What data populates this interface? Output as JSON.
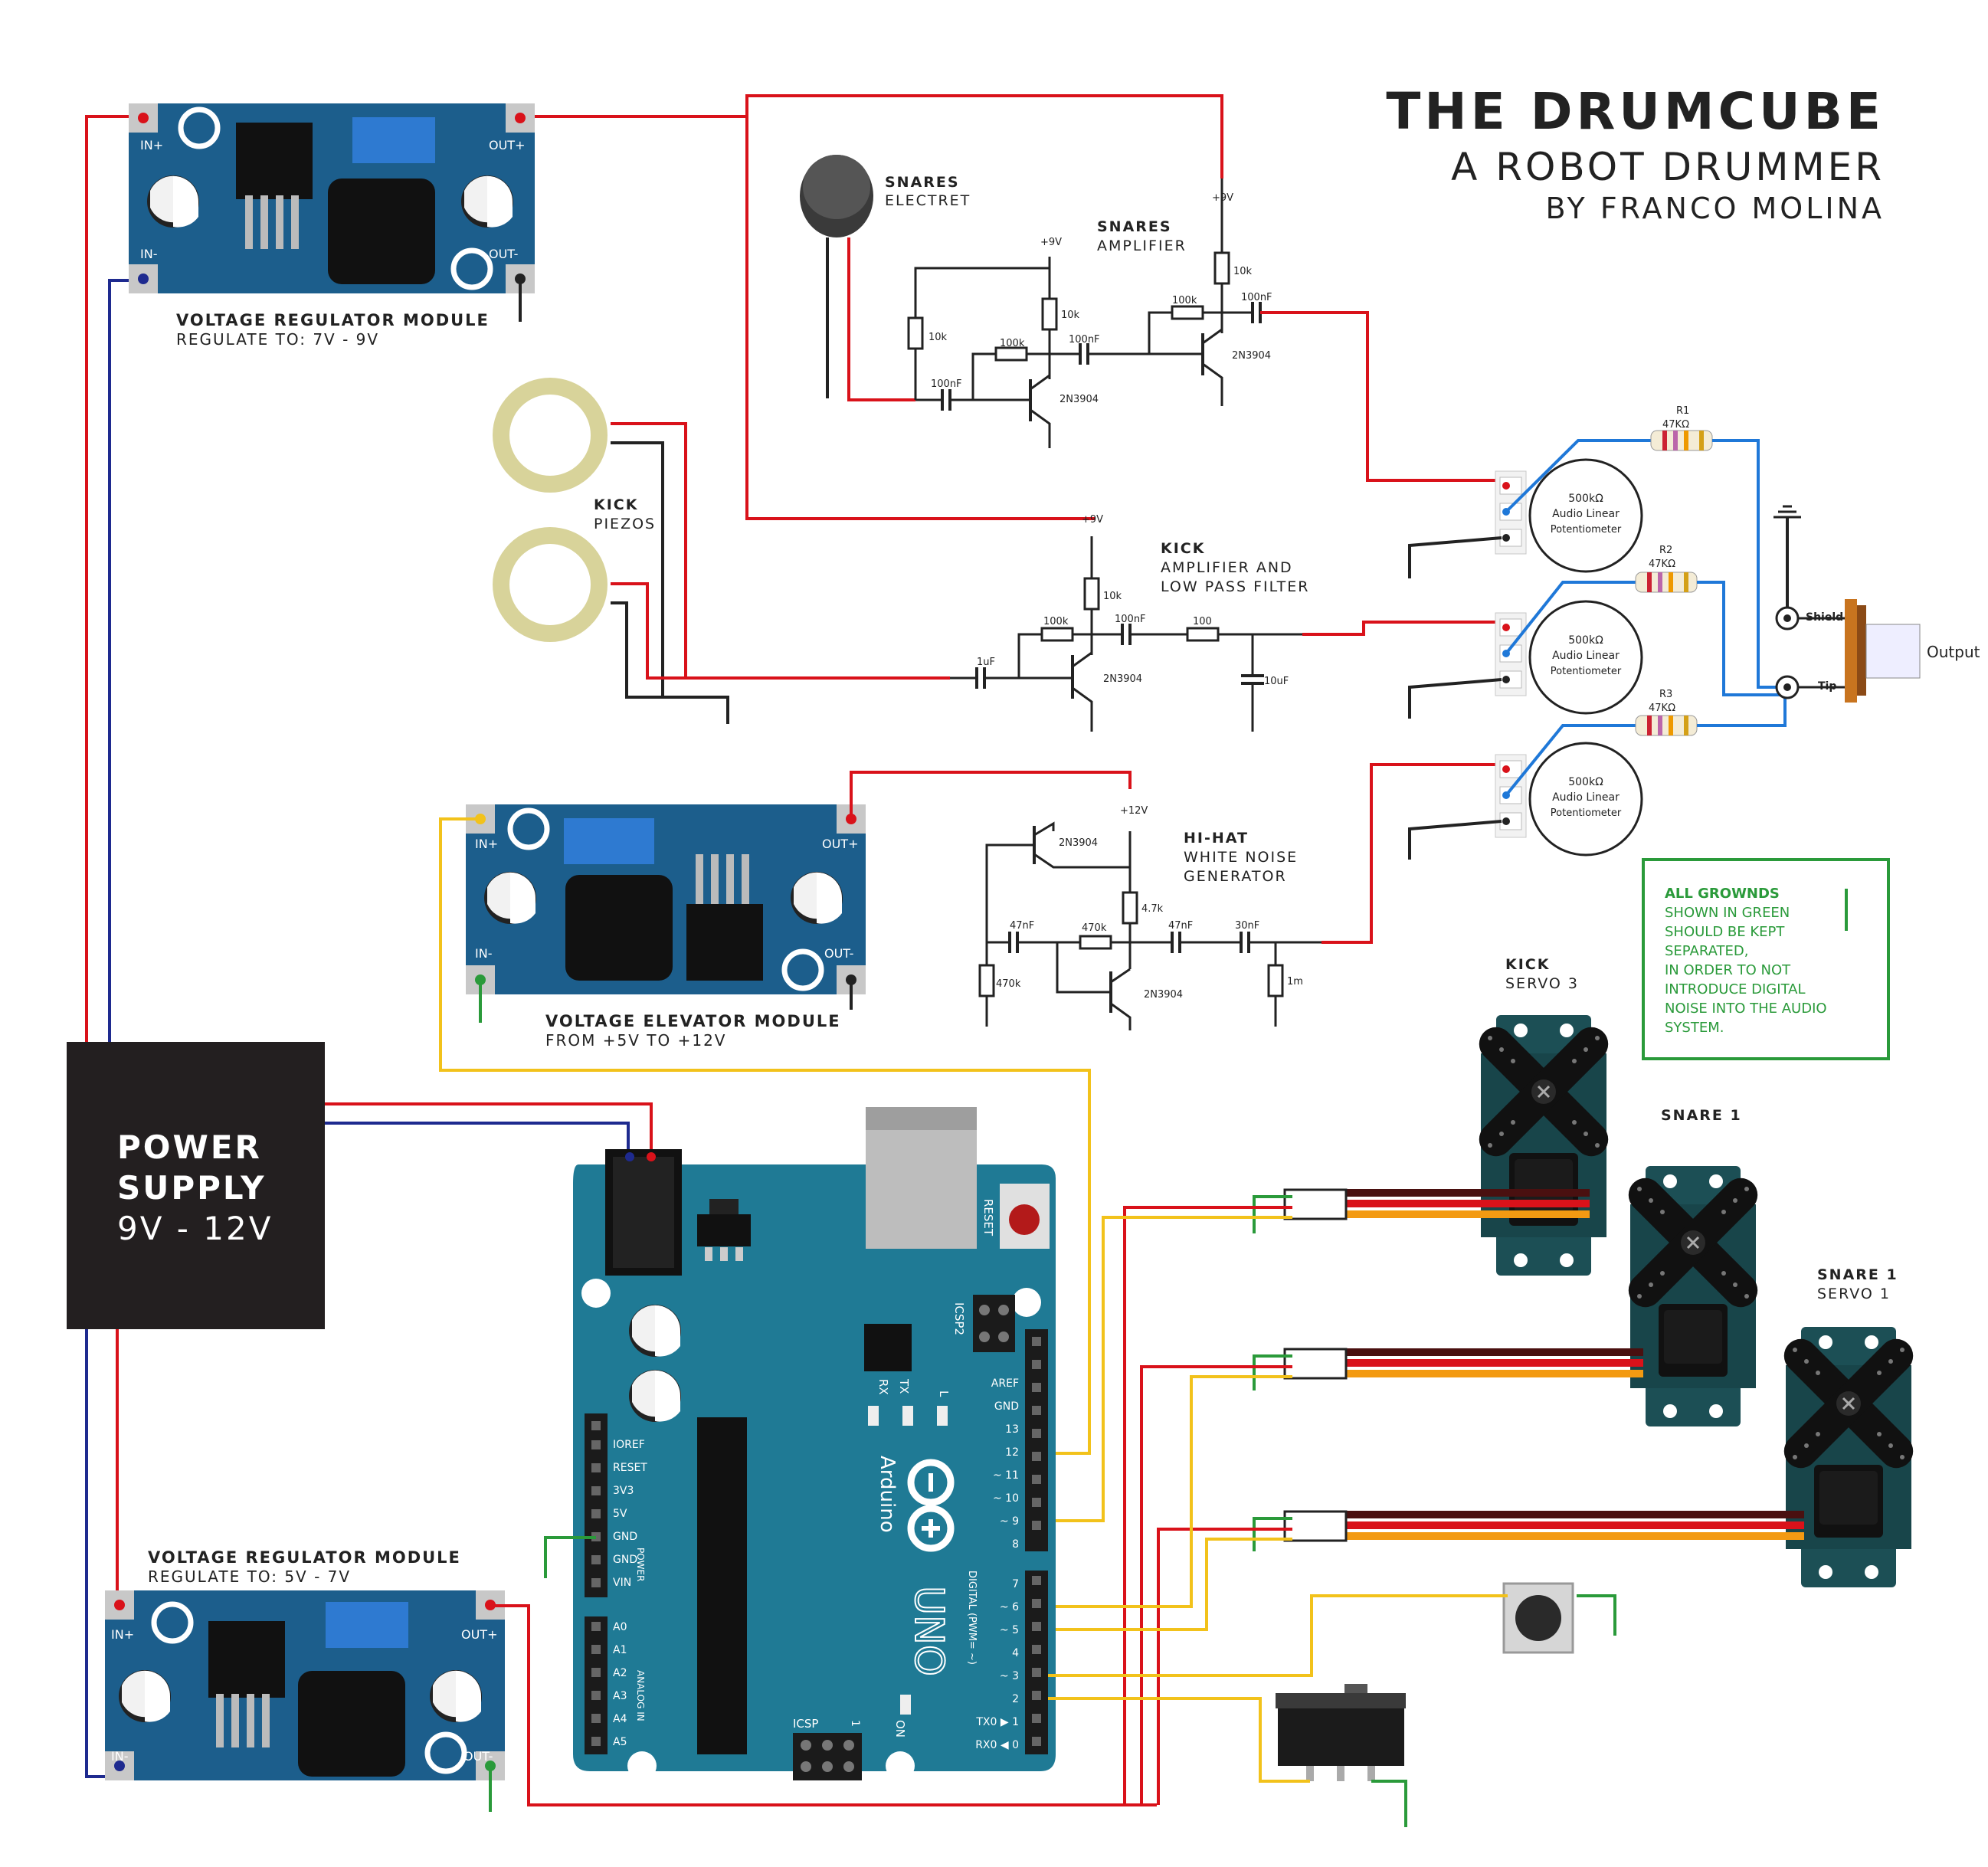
{
  "title": {
    "main": "THE DRUMCUBE",
    "sub": "A ROBOT DRUMMER",
    "author": "BY FRANCO MOLINA"
  },
  "modules": {
    "reg1": {
      "title": "VOLTAGE REGULATOR MODULE",
      "sub": "REGULATE TO: 7V - 9V",
      "in_plus": "IN+",
      "in_minus": "IN-",
      "out_plus": "OUT+",
      "out_minus": "OUT-"
    },
    "elev": {
      "title": "VOLTAGE ELEVATOR MODULE",
      "sub": "FROM +5V TO +12V",
      "in_plus": "IN+",
      "in_minus": "IN-",
      "out_plus": "OUT+",
      "out_minus": "OUT-"
    },
    "reg2": {
      "title": "VOLTAGE REGULATOR MODULE",
      "sub": "REGULATE TO: 5V - 7V",
      "in_plus": "IN+",
      "in_minus": "IN-",
      "out_plus": "OUT+",
      "out_minus": "OUT-"
    }
  },
  "power_supply": {
    "line1": "POWER",
    "line2": "SUPPLY",
    "line3": "9V - 12V"
  },
  "snares": {
    "mic_label1": "SNARES",
    "mic_label2": "ELECTRET",
    "amp_label1": "SNARES",
    "amp_label2": "AMPLIFIER",
    "v9a": "+9V",
    "v9b": "+9V",
    "r10k_a": "10k",
    "r10k_b": "10k",
    "r100k_a": "100k",
    "r100k_b": "100k",
    "r10k_c": "10k",
    "c100nf_a": "100nF",
    "c100nf_b": "100nF",
    "c100nf_c": "100nF",
    "q1": "2N3904",
    "q2": "2N3904"
  },
  "kick": {
    "piezo_label1": "KICK",
    "piezo_label2": "PIEZOS",
    "amp_label1": "KICK",
    "amp_label2": "AMPLIFIER AND",
    "amp_label3": "LOW PASS FILTER",
    "v9": "+9V",
    "r10k": "10k",
    "r100k": "100k",
    "c100nf": "100nF",
    "r100": "100",
    "c1uf": "1uF",
    "c10uf": "10uF",
    "q": "2N3904"
  },
  "hihat": {
    "label1": "HI-HAT",
    "label2": "WHITE NOISE",
    "label3": "GENERATOR",
    "v12": "+12V",
    "q1": "2N3904",
    "q2": "2N3904",
    "r47k": "4.7k",
    "r470k_a": "470k",
    "r470k_b": "470k",
    "c47nf_a": "47nF",
    "c47nf_b": "47nF",
    "c30nf": "30nF",
    "r1m": "1m"
  },
  "pots": [
    {
      "value": "500kΩ",
      "type1": "Audio Linear",
      "type2": "Potentiometer"
    },
    {
      "value": "500kΩ",
      "type1": "Audio Linear",
      "type2": "Potentiometer"
    },
    {
      "value": "500kΩ",
      "type1": "Audio Linear",
      "type2": "Potentiometer"
    }
  ],
  "resistors": [
    {
      "name": "R1",
      "value": "47KΩ"
    },
    {
      "name": "R2",
      "value": "47KΩ"
    },
    {
      "name": "R3",
      "value": "47KΩ"
    }
  ],
  "jack": {
    "shield": "Shield",
    "tip": "Tip",
    "output": "Output"
  },
  "note": {
    "l1": "ALL GROWNDS",
    "l2": "SHOWN IN GREEN",
    "l3": "SHOULD BE KEPT",
    "l4": "SEPARATED,",
    "l5": "IN ORDER TO NOT",
    "l6": "INTRODUCE DIGITAL",
    "l7": "NOISE INTO THE AUDIO",
    "l8": "SYSTEM."
  },
  "servos": {
    "s3": {
      "label1": "KICK",
      "label2": "SERVO 3"
    },
    "s2": {
      "label1": "SNARE 1",
      "label2": ""
    },
    "s1": {
      "label1": "SNARE 1",
      "label2": "SERVO 1"
    }
  },
  "arduino": {
    "brand": "Arduino",
    "model": "UNO",
    "reset": "RESET",
    "icsp2": "ICSP2",
    "icsp": "ICSP",
    "tx": "TX",
    "rx": "RX",
    "l": "L",
    "on": "ON",
    "one": "1",
    "digital": "DIGITAL (PWM= ~)",
    "power": "POWER",
    "analog": "ANALOG IN",
    "left_pins": [
      "IOREF",
      "RESET",
      "3V3",
      "5V",
      "GND",
      "GND",
      "VIN"
    ],
    "analog_pins": [
      "A0",
      "A1",
      "A2",
      "A3",
      "A4",
      "A5"
    ],
    "right_pins_top": [
      "AREF",
      "GND",
      "13",
      "12",
      "~ 11",
      "~ 10",
      "~ 9",
      "8"
    ],
    "right_pins_bottom": [
      "7",
      "~ 6",
      "~ 5",
      "4",
      "~ 3",
      "2",
      "TX0 ▶ 1",
      "RX0 ◀ 0"
    ]
  },
  "colors": {
    "board_blue": "#1c5e8c",
    "arduino_teal": "#1f7a95",
    "wire_red": "#d9121a",
    "wire_blue": "#1e2a8f",
    "wire_yellow": "#f2c21b",
    "ground_green": "#2a9a3a",
    "pot_wire_blue": "#1f78d8"
  }
}
